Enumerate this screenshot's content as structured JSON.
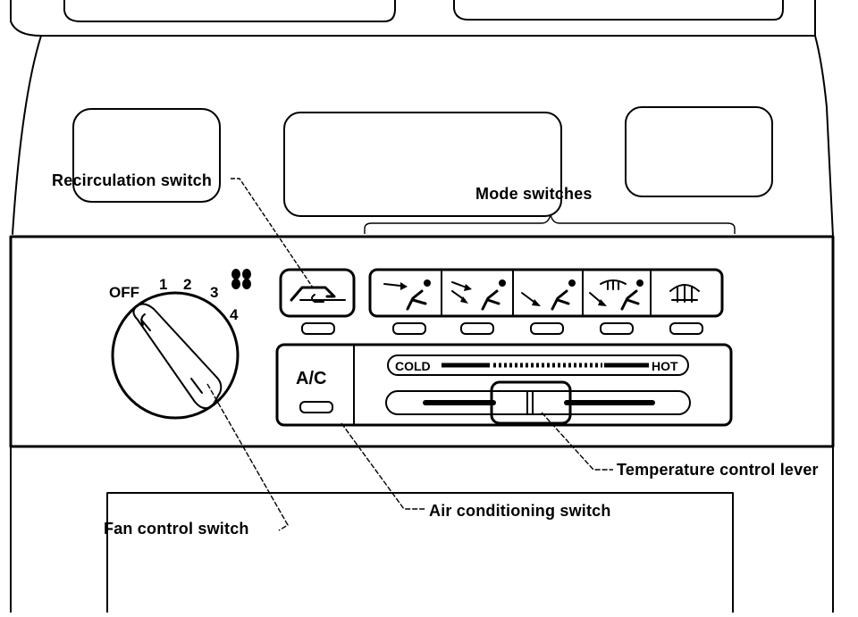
{
  "callouts": {
    "recirculation": "Recirculation switch",
    "mode": "Mode switches",
    "fan": "Fan  control switch",
    "air_conditioning": "Air conditioning switch",
    "temperature_lever": "Temperature control lever"
  },
  "fan_dial": {
    "off": "OFF",
    "speeds": [
      "1",
      "2",
      "3",
      "4"
    ],
    "fan_icon": "fan-icon"
  },
  "ac_button": {
    "label": "A/C"
  },
  "temperature_scale": {
    "cold": "COLD",
    "hot": "HOT"
  },
  "mode_buttons": [
    {
      "icon": "face-vent-icon"
    },
    {
      "icon": "bi-level-vent-icon"
    },
    {
      "icon": "foot-vent-icon"
    },
    {
      "icon": "foot-defrost-icon"
    },
    {
      "icon": "defrost-icon"
    }
  ],
  "recirculation_button": {
    "icon": "recirculation-icon"
  }
}
